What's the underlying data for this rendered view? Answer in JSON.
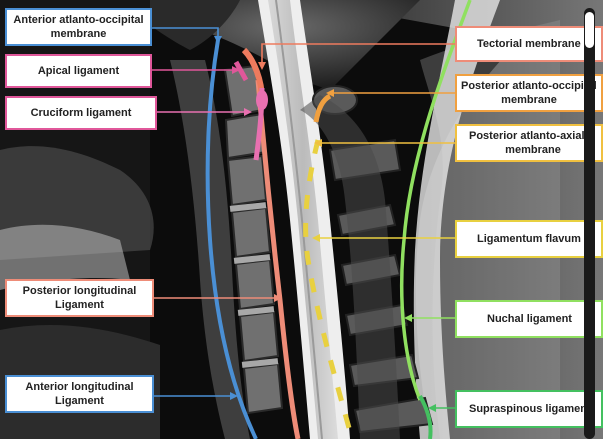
{
  "labels": {
    "anterior_atlanto_occipital": [
      "Anterior atlanto-occipital",
      "membrane"
    ],
    "apical_ligament": "Apical ligament",
    "cruciform_ligament": "Cruciform ligament",
    "posterior_longitudinal": [
      "Posterior longitudinal",
      "Ligament"
    ],
    "anterior_longitudinal": [
      "Anterior longitudinal",
      "Ligament"
    ],
    "tectorial_membrane": "Tectorial membrane",
    "posterior_atlanto_occipital": [
      "Posterior atlanto-occipital",
      "membrane"
    ],
    "posterior_atlanto_axial": [
      "Posterior atlanto-axial",
      "membrane"
    ],
    "ligamentum_flavum": "Ligamentum flavum",
    "nuchal_ligament": "Nuchal ligament",
    "supraspinous_ligament": "Supraspinous ligament"
  },
  "colors": {
    "anterior_longitudinal": "#4a8fd4",
    "apical": "#e0579a",
    "cruciform": "#e870b0",
    "posterior_longitudinal": "#ee8c78",
    "tectorial": "#ee7b5e",
    "posterior_atlanto_occipital": "#f0a040",
    "ligamentum_flavum": "#e8d040",
    "nuchal": "#90e060",
    "supraspinous": "#44c060"
  }
}
